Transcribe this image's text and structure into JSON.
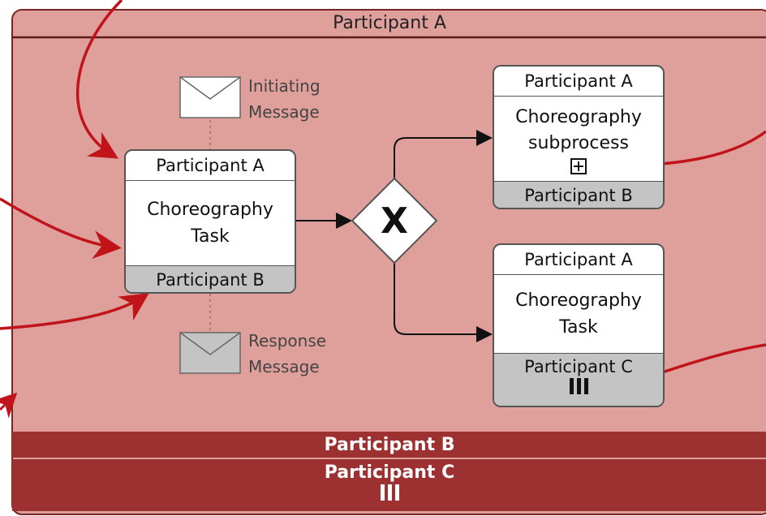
{
  "pools": {
    "top": "Participant A",
    "middle": "Participant B",
    "bottom": "Participant C"
  },
  "main_task": {
    "top_participant": "Participant A",
    "name_line1": "Choreography",
    "name_line2": "Task",
    "bottom_participant": "Participant B"
  },
  "initiating_message": {
    "line1": "Initiating",
    "line2": "Message"
  },
  "response_message": {
    "line1": "Response",
    "line2": "Message"
  },
  "gateway": {
    "symbol": "X"
  },
  "subprocess": {
    "top_participant": "Participant A",
    "name_line1": "Choreography",
    "name_line2": "subprocess",
    "bottom_participant": "Participant B"
  },
  "multi_task": {
    "top_participant": "Participant A",
    "name_line1": "Choreography",
    "name_line2": "Task",
    "bottom_participant": "Participant C"
  },
  "colors": {
    "pool_fill": "#dfa09c",
    "band_dark": "#9d3030",
    "arrow_red": "#c0141a",
    "participant_gray": "#c4c4c4"
  }
}
